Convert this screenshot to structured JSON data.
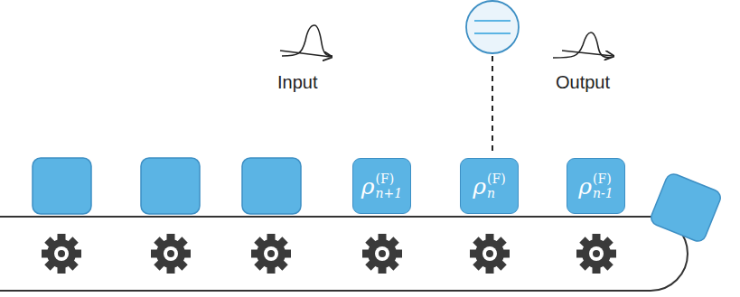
{
  "diagram": {
    "nodes": [
      {
        "text": [
          "ρ",
          "(F)",
          "n+1"
        ]
      },
      {
        "text": [
          "ρ",
          "(F)",
          "n"
        ]
      },
      {
        "text": [
          "ρ",
          "(F)",
          "n-1"
        ]
      }
    ],
    "labels": [
      "Input",
      "Output"
    ]
  }
}
